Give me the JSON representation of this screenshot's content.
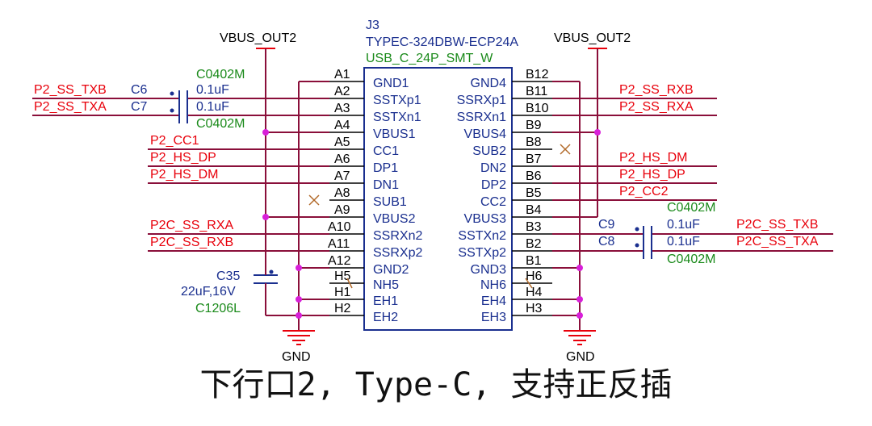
{
  "component": {
    "refdes": "J3",
    "part": "TYPEC-324DBW-ECP24A",
    "footprint": "USB_C_24P_SMT_W"
  },
  "power_labels": {
    "left_vbus": "VBUS_OUT2",
    "right_vbus": "VBUS_OUT2",
    "gnd_left": "GND",
    "gnd_right": "GND"
  },
  "left_pins": [
    {
      "num": "A1",
      "name": "GND1"
    },
    {
      "num": "A2",
      "name": "SSTXp1"
    },
    {
      "num": "A3",
      "name": "SSTXn1"
    },
    {
      "num": "A4",
      "name": "VBUS1"
    },
    {
      "num": "A5",
      "name": "CC1"
    },
    {
      "num": "A6",
      "name": "DP1"
    },
    {
      "num": "A7",
      "name": "DN1"
    },
    {
      "num": "A8",
      "name": "SUB1"
    },
    {
      "num": "A9",
      "name": "VBUS2"
    },
    {
      "num": "A10",
      "name": "SSRXn2"
    },
    {
      "num": "A11",
      "name": "SSRXp2"
    },
    {
      "num": "A12",
      "name": "GND2"
    },
    {
      "num": "H5",
      "name": "NH5"
    },
    {
      "num": "H1",
      "name": "EH1"
    },
    {
      "num": "H2",
      "name": "EH2"
    }
  ],
  "right_pins": [
    {
      "num": "B12",
      "name": "GND4"
    },
    {
      "num": "B11",
      "name": "SSRXp1"
    },
    {
      "num": "B10",
      "name": "SSRXn1"
    },
    {
      "num": "B9",
      "name": "VBUS4"
    },
    {
      "num": "B8",
      "name": "SUB2"
    },
    {
      "num": "B7",
      "name": "DN2"
    },
    {
      "num": "B6",
      "name": "DP2"
    },
    {
      "num": "B5",
      "name": "CC2"
    },
    {
      "num": "B4",
      "name": "VBUS3"
    },
    {
      "num": "B3",
      "name": "SSTXn2"
    },
    {
      "num": "B2",
      "name": "SSTXp2"
    },
    {
      "num": "B1",
      "name": "GND3"
    },
    {
      "num": "H6",
      "name": "NH6"
    },
    {
      "num": "H4",
      "name": "EH4"
    },
    {
      "num": "H3",
      "name": "EH3"
    }
  ],
  "nets_left": {
    "ss_txb": "P2_SS_TXB",
    "ss_txa": "P2_SS_TXA",
    "cc1": "P2_CC1",
    "hs_dp": "P2_HS_DP",
    "hs_dm": "P2_HS_DM",
    "ssc_rxa": "P2C_SS_RXA",
    "ssc_rxb": "P2C_SS_RXB"
  },
  "nets_right": {
    "ss_rxb": "P2_SS_RXB",
    "ss_rxa": "P2_SS_RXA",
    "hs_dm": "P2_HS_DM",
    "hs_dp": "P2_HS_DP",
    "cc2": "P2_CC2",
    "ssc_txb": "P2C_SS_TXB",
    "ssc_txa": "P2C_SS_TXA"
  },
  "caps": {
    "c6": {
      "ref": "C6",
      "value": "0.1uF",
      "pkg": "C0402M"
    },
    "c7": {
      "ref": "C7",
      "value": "0.1uF",
      "pkg": "C0402M"
    },
    "c9": {
      "ref": "C9",
      "value": "0.1uF",
      "pkg": "C0402M"
    },
    "c8": {
      "ref": "C8",
      "value": "0.1uF",
      "pkg": "C0402M"
    },
    "c35": {
      "ref": "C35",
      "value": "22uF,16V",
      "pkg": "C1206L"
    }
  },
  "caption": "下行口2, Type-C, 支持正反插"
}
